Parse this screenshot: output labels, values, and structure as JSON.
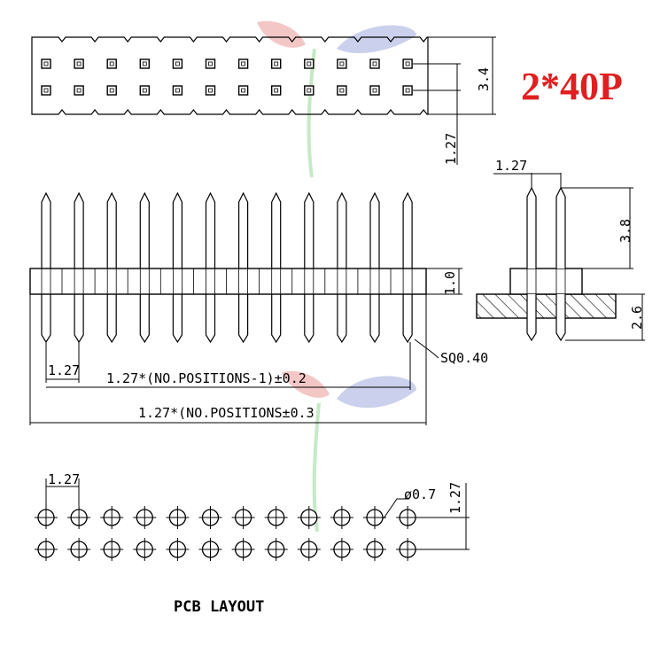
{
  "part_label": "2*40P",
  "colors": {
    "title": "#e02020",
    "line": "#000000",
    "hatch": "#000000",
    "watermark_red": "#e06060",
    "watermark_blue": "#6a78c8",
    "watermark_green": "#5cc25c"
  },
  "top_view": {
    "height_dim": "3.4",
    "pitch_dim": "1.27"
  },
  "front_view": {
    "base_thickness": "1.0",
    "pitch_dim": "1.27",
    "pin_size": "SQ0.40",
    "span_formula": "1.27*(NO.POSITIONS-1)±0.2",
    "length_formula": "1.27*(NO.POSITIONS±0.3"
  },
  "side_view": {
    "pitch_dim": "1.27",
    "upper_pin_length": "3.8",
    "lower_pin_length": "2.6"
  },
  "pcb_layout": {
    "title": "PCB LAYOUT",
    "col_pitch": "1.27",
    "row_pitch": "1.27",
    "hole_diameter": "ø0.7"
  }
}
